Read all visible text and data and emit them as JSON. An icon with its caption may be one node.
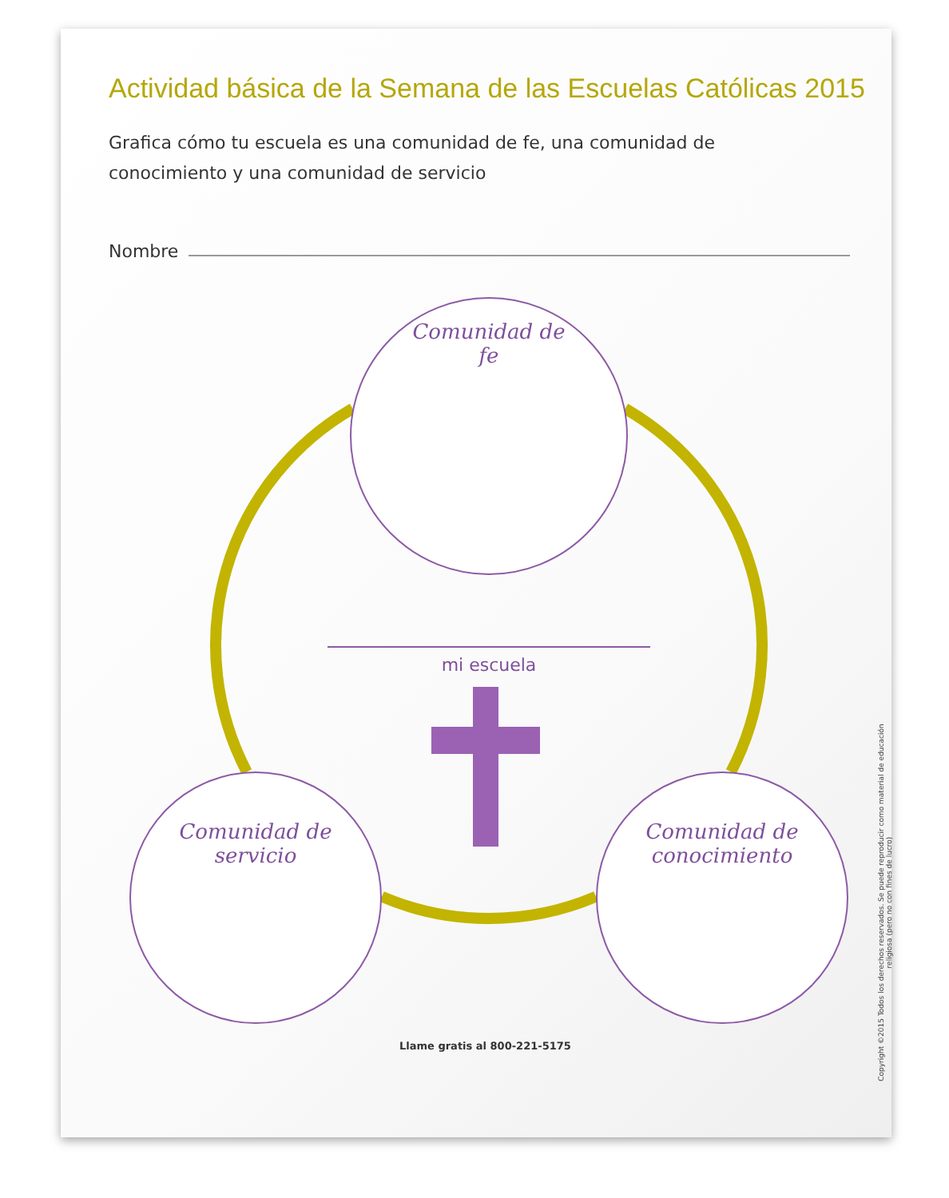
{
  "diagram": {
    "title": "Actividad básica de la Semana de las Escuelas Católicas 2015",
    "nodes": [
      {
        "text": [
          "Comunidad de fe"
        ]
      },
      {
        "text": [
          "Comunidad de servicio"
        ]
      },
      {
        "text": [
          "Comunidad de conocimiento"
        ]
      }
    ],
    "edges": [
      {
        "from": 0,
        "to": 2,
        "arrow": "none"
      },
      {
        "from": 2,
        "to": 1,
        "arrow": "none"
      },
      {
        "from": 1,
        "to": 0,
        "arrow": "none"
      }
    ],
    "labels": [
      "Grafica cómo tu escuela es una comunidad de fe, una comunidad de conocimiento y una comunidad de servicio",
      "Nombre",
      "mi escuela",
      "Copyright ©2015 Todos los derechos reservados. Se puede reproducir como material de educación religiosa (pero no con fines de lucro)",
      "Llame gratis al 800-221-5175"
    ]
  }
}
